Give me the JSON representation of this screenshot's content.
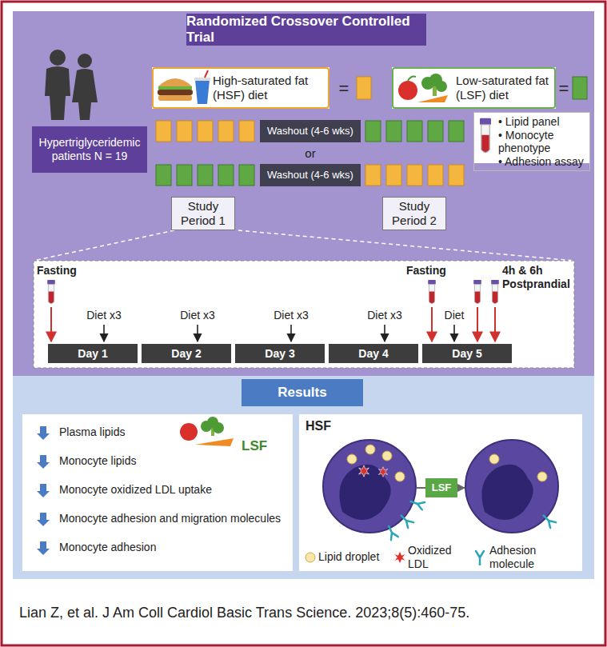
{
  "diagram": {
    "title": "Randomized Crossover Controlled Trial",
    "caption": "Lian Z, et al. J Am Coll Cardiol Basic Trans Science. 2023;8(5):460-75.",
    "nodes": [
      {
        "text": [
          "High-saturated fat (HSF) diet"
        ]
      },
      {
        "text": [
          "Low-saturated fat (LSF) diet"
        ]
      },
      {
        "text": [
          "Hypertriglyceridemic patients N = 19"
        ]
      },
      {
        "text": [
          "• Lipid panel",
          "• Monocyte phenotype",
          "• Adhesion assay"
        ]
      },
      {
        "text": [
          "Washout (4-6 wks)"
        ]
      },
      {
        "text": [
          "Washout (4-6 wks)"
        ]
      },
      {
        "text": [
          "Study Period 1"
        ]
      },
      {
        "text": [
          "Study Period 2"
        ]
      },
      {
        "text": [
          "Day 1"
        ]
      },
      {
        "text": [
          "Day 2"
        ]
      },
      {
        "text": [
          "Day 3"
        ]
      },
      {
        "text": [
          "Day 4"
        ]
      },
      {
        "text": [
          "Day 5"
        ]
      },
      {
        "text": [
          "Results"
        ]
      },
      {
        "text": [
          "Plasma lipids",
          "LSF",
          "Monocyte lipids",
          "Monocyte oxidized LDL uptake",
          "Monocyte adhesion and migration molecules",
          "Monocyte adhesion"
        ]
      },
      {
        "text": [
          "HSF"
        ]
      },
      {
        "text": [
          "LSF"
        ],
        "in": 15
      }
    ],
    "labels": [
      "=",
      "=",
      "or",
      "Fasting",
      "Diet x3",
      "Diet x3",
      "Diet x3",
      "Diet x3",
      "Fasting",
      "Diet",
      "4h & 6h Postprandial"
    ],
    "legend": [
      {
        "text": "Lipid droplet"
      },
      {
        "text": "Oxidized LDL"
      },
      {
        "text": "Adhesion molecule"
      }
    ]
  }
}
